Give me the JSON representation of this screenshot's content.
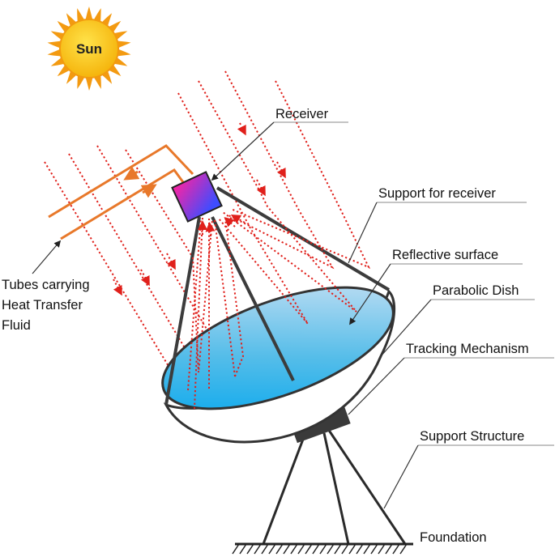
{
  "labels": {
    "sun": "Sun",
    "receiver": "Receiver",
    "support_for_receiver": "Support for receiver",
    "reflective_surface": "Reflective surface",
    "parabolic_dish": "Parabolic Dish",
    "tracking_mechanism": "Tracking Mechanism",
    "support_structure": "Support Structure",
    "foundation": "Foundation",
    "tubes_line1": "Tubes carrying",
    "tubes_line2": "Heat Transfer",
    "tubes_line3": "Fluid"
  },
  "colors": {
    "ray": "#e0201b",
    "tube": "#e8782a",
    "sun_core": "#f7c20f",
    "sun_rays": "#f39a11",
    "dish_light": "#cfe2f4",
    "dish_dark": "#00a8ef",
    "receiver_top": "#ff2aa0",
    "receiver_bottom": "#4a46ff",
    "frame": "#3c3c3c"
  }
}
